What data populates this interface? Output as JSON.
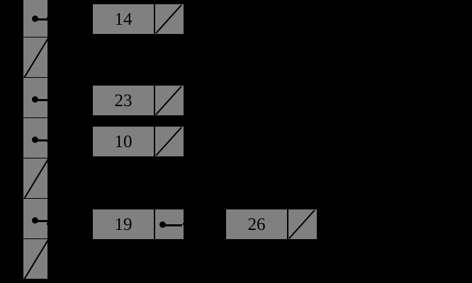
{
  "diagram": {
    "title": "hash-table-separate-chaining",
    "background_color": "#000000",
    "cell_color": "#808080",
    "line_color": "#000000",
    "buckets": [
      {
        "index": 0,
        "state": "pointer",
        "head": "node_14"
      },
      {
        "index": 1,
        "state": "null"
      },
      {
        "index": 2,
        "state": "pointer",
        "head": "node_23"
      },
      {
        "index": 3,
        "state": "pointer",
        "head": "node_10"
      },
      {
        "index": 4,
        "state": "null"
      },
      {
        "index": 5,
        "state": "pointer",
        "head": "node_19"
      },
      {
        "index": 6,
        "state": "null"
      }
    ],
    "chains": [
      {
        "bucket": 0,
        "nodes": [
          {
            "value": "14",
            "next": "null"
          }
        ]
      },
      {
        "bucket": 2,
        "nodes": [
          {
            "value": "23",
            "next": "null"
          }
        ]
      },
      {
        "bucket": 3,
        "nodes": [
          {
            "value": "10",
            "next": "null"
          }
        ]
      },
      {
        "bucket": 5,
        "nodes": [
          {
            "value": "19",
            "next": "node_26"
          },
          {
            "value": "26",
            "next": "null"
          }
        ]
      }
    ],
    "node_values": {
      "n14": "14",
      "n23": "23",
      "n10": "10",
      "n19": "19",
      "n26": "26"
    }
  }
}
